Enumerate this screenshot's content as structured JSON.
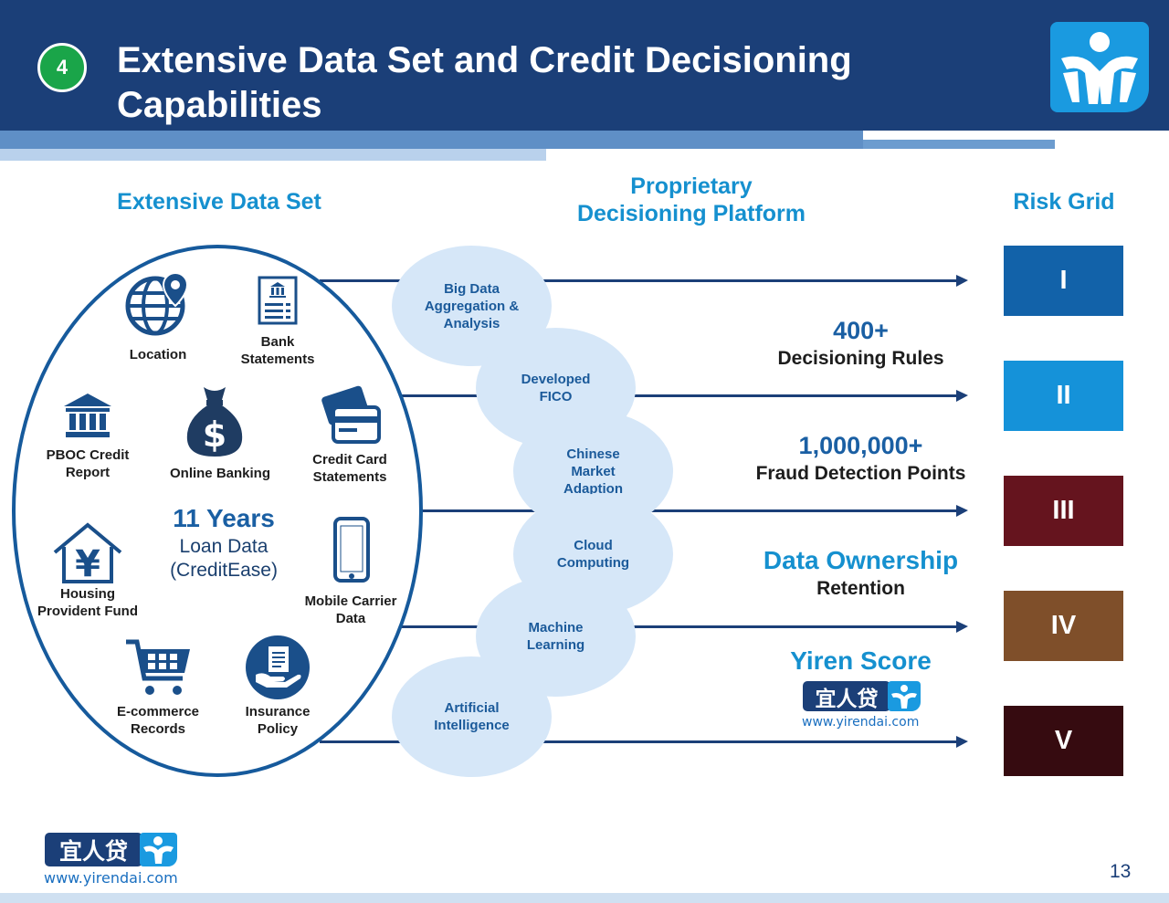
{
  "header": {
    "section_number": "4",
    "title": "Extensive Data Set and Credit Decisioning Capabilities"
  },
  "columns": {
    "data_set": "Extensive Data Set",
    "platform": "Proprietary Decisioning Platform",
    "risk_grid": "Risk Grid"
  },
  "data_sources": {
    "location": "Location",
    "bank_statements": "Bank Statements",
    "pboc": "PBOC Credit Report",
    "online_banking": "Online Banking",
    "credit_card": "Credit Card Statements",
    "years": "11 Years",
    "loan_data": "Loan Data (CreditEase)",
    "housing": "Housing Provident Fund",
    "mobile": "Mobile Carrier Data",
    "ecommerce": "E-commerce Records",
    "insurance": "Insurance Policy"
  },
  "platform": [
    "Big Data Aggregation & Analysis",
    "Developed FICO",
    "Chinese Market Adaption",
    "Cloud Computing",
    "Machine Learning",
    "Artificial Intelligence"
  ],
  "stats": {
    "rules_value": "400+",
    "rules_label": "Decisioning Rules",
    "fraud_value": "1,000,000+",
    "fraud_label": "Fraud Detection Points",
    "ownership": "Data Ownership",
    "retention": "Retention",
    "score": "Yiren Score"
  },
  "risk_grid": [
    {
      "label": "I",
      "color": "#1262a9"
    },
    {
      "label": "II",
      "color": "#1592d9"
    },
    {
      "label": "III",
      "color": "#65141e"
    },
    {
      "label": "IV",
      "color": "#7f4f2a"
    },
    {
      "label": "V",
      "color": "#360b10"
    }
  ],
  "brand": {
    "chinese": "宜人贷",
    "url": "www.yirendai.com"
  },
  "page_number": "13"
}
